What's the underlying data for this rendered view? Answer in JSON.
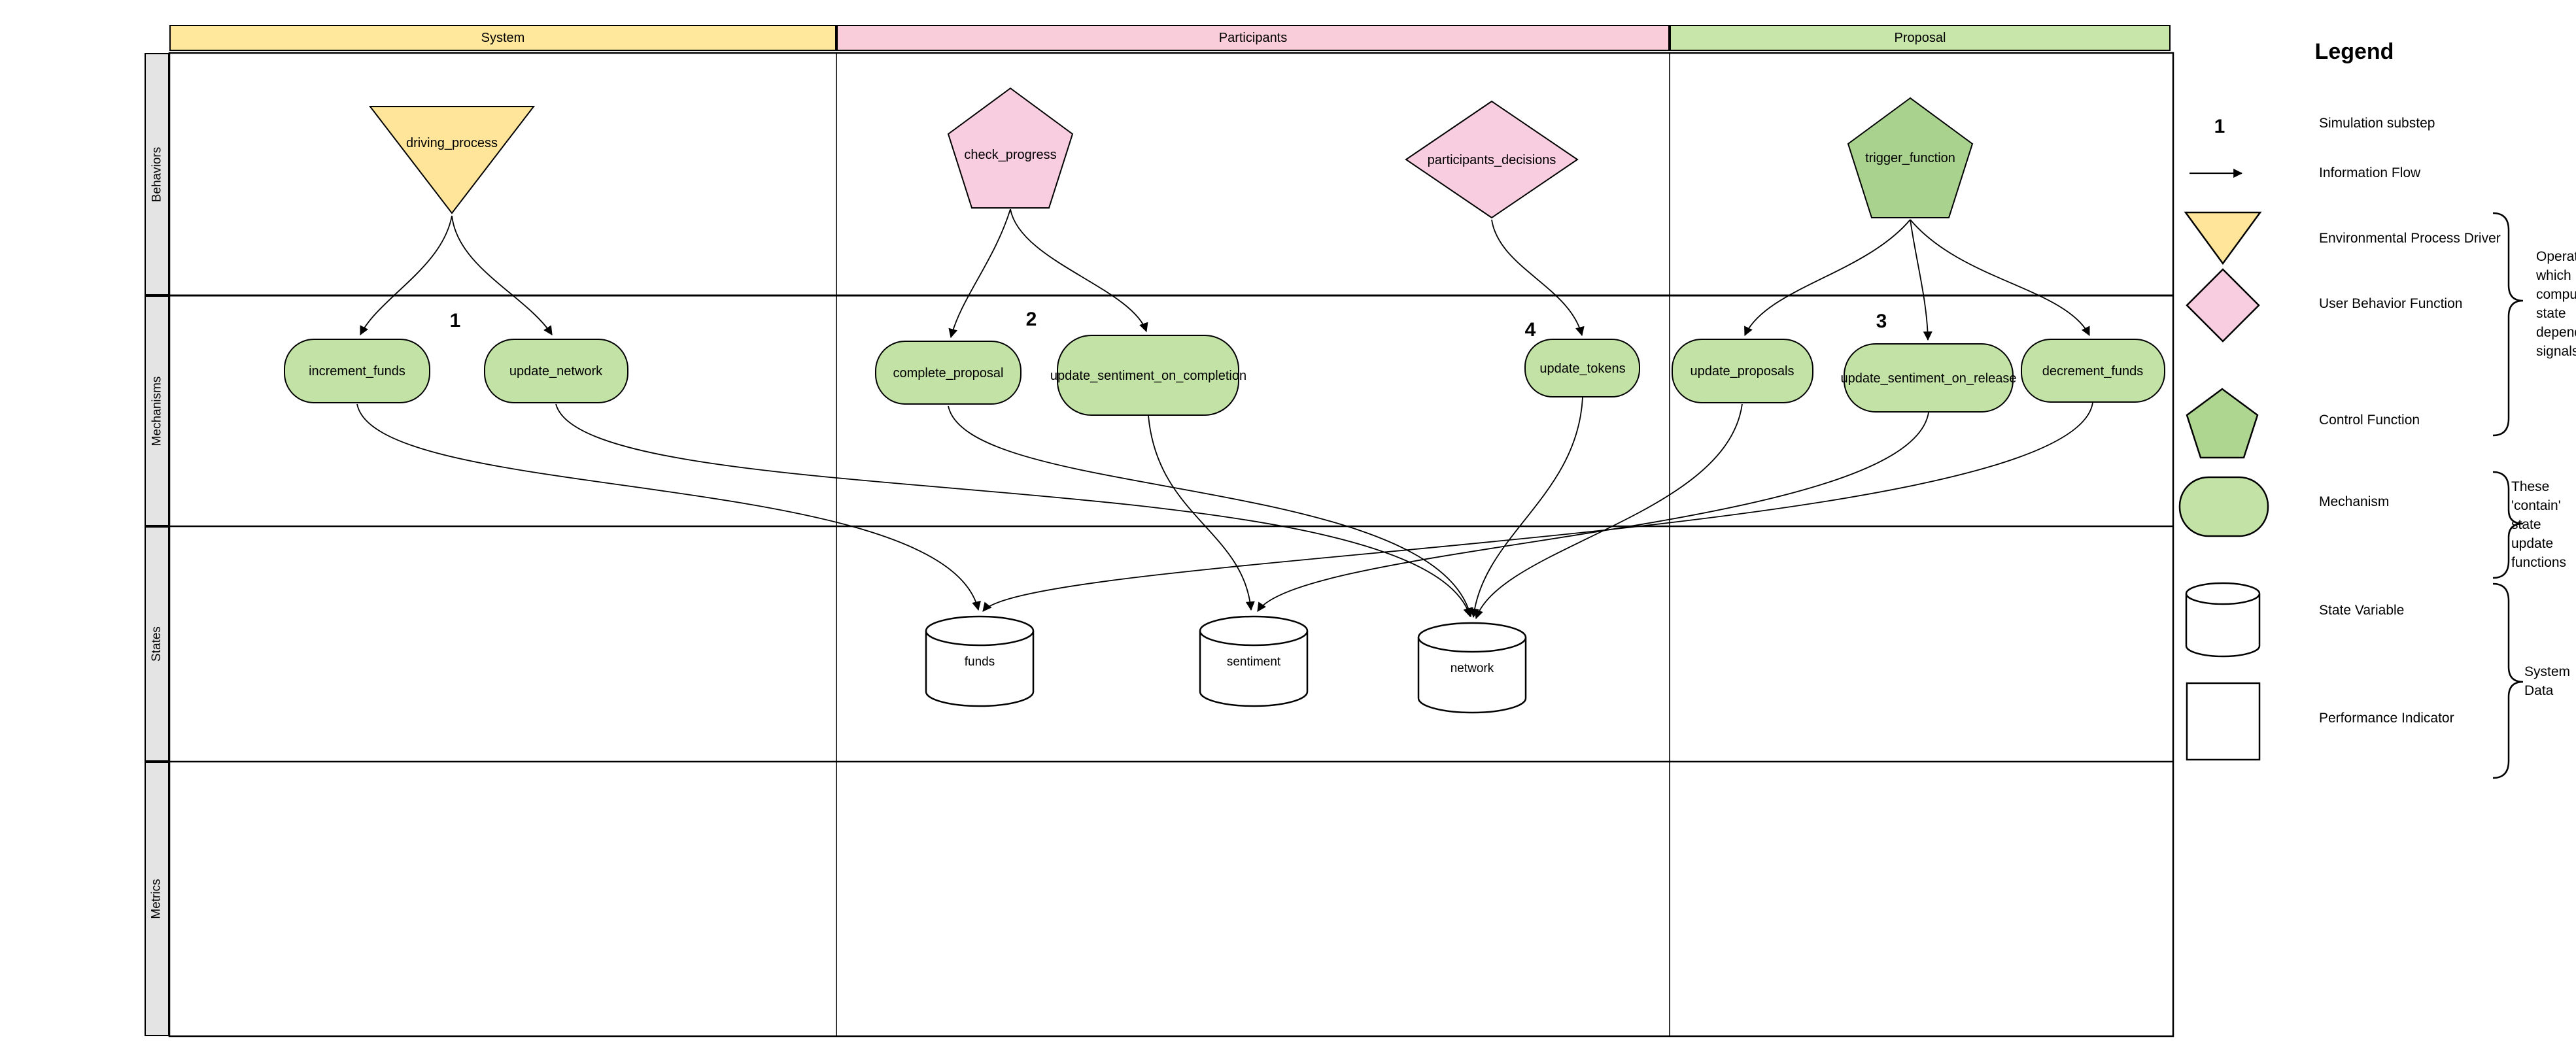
{
  "columns": [
    {
      "label": "System",
      "color": "#ffe79c"
    },
    {
      "label": "Participants",
      "color": "#f9cdd9"
    },
    {
      "label": "Proposal",
      "color": "#c8e6aa"
    }
  ],
  "lanes": [
    {
      "label": "Behaviors"
    },
    {
      "label": "Mechanisms"
    },
    {
      "label": "States"
    },
    {
      "label": "Metrics"
    }
  ],
  "nodes": {
    "behaviors": [
      {
        "id": "driving_process",
        "label": "driving_process",
        "shape": "triangle-down",
        "column": "System",
        "color": "#ffe599"
      },
      {
        "id": "check_progress",
        "label": "check_progress",
        "shape": "pentagon",
        "column": "Participants",
        "color": "#f9cde0"
      },
      {
        "id": "participants_decisions",
        "label": "participants_decisions",
        "shape": "diamond",
        "column": "Participants",
        "color": "#f9cde0"
      },
      {
        "id": "trigger_function",
        "label": "trigger_function",
        "shape": "pentagon",
        "column": "Proposal",
        "color": "#a9d28e"
      }
    ],
    "mechanisms": [
      {
        "id": "increment_funds",
        "label": "increment_funds",
        "color": "#c3e2a5"
      },
      {
        "id": "update_network",
        "label": "update_network",
        "color": "#c3e2a5"
      },
      {
        "id": "complete_proposal",
        "label": "complete_proposal",
        "color": "#c3e2a5"
      },
      {
        "id": "update_sentiment_on_completion",
        "label": "update_sentiment_on_completion",
        "color": "#c3e2a5"
      },
      {
        "id": "update_tokens",
        "label": "update_tokens",
        "color": "#c3e2a5"
      },
      {
        "id": "update_proposals",
        "label": "update_proposals",
        "color": "#c3e2a5"
      },
      {
        "id": "update_sentiment_on_release",
        "label": "update_sentiment_on_release",
        "color": "#c3e2a5"
      },
      {
        "id": "decrement_funds",
        "label": "decrement_funds",
        "color": "#c3e2a5"
      }
    ],
    "states": [
      {
        "id": "funds",
        "label": "funds"
      },
      {
        "id": "sentiment",
        "label": "sentiment"
      },
      {
        "id": "network",
        "label": "network"
      }
    ]
  },
  "substeps": [
    {
      "label": "1",
      "column": "System"
    },
    {
      "label": "2",
      "column": "Participants"
    },
    {
      "label": "4",
      "column": "Participants"
    },
    {
      "label": "3",
      "column": "Proposal"
    }
  ],
  "edges": [
    {
      "from": "driving_process",
      "to": "increment_funds"
    },
    {
      "from": "driving_process",
      "to": "update_network"
    },
    {
      "from": "check_progress",
      "to": "complete_proposal"
    },
    {
      "from": "check_progress",
      "to": "update_sentiment_on_completion"
    },
    {
      "from": "participants_decisions",
      "to": "update_tokens"
    },
    {
      "from": "trigger_function",
      "to": "update_proposals"
    },
    {
      "from": "trigger_function",
      "to": "update_sentiment_on_release"
    },
    {
      "from": "trigger_function",
      "to": "decrement_funds"
    },
    {
      "from": "increment_funds",
      "to": "funds"
    },
    {
      "from": "update_network",
      "to": "network"
    },
    {
      "from": "complete_proposal",
      "to": "network"
    },
    {
      "from": "update_sentiment_on_completion",
      "to": "sentiment"
    },
    {
      "from": "update_tokens",
      "to": "network"
    },
    {
      "from": "update_proposals",
      "to": "network"
    },
    {
      "from": "update_sentiment_on_release",
      "to": "sentiment"
    },
    {
      "from": "decrement_funds",
      "to": "funds"
    }
  ],
  "legend": {
    "title": "Legend",
    "items": [
      {
        "icon": "substep-number-icon",
        "symbol": "1",
        "label": "Simulation substep"
      },
      {
        "icon": "arrow-icon",
        "label": "Information Flow"
      },
      {
        "icon": "triangle-down-icon",
        "label": "Environmental Process Driver"
      },
      {
        "icon": "diamond-icon",
        "label": "User Behavior Function"
      },
      {
        "icon": "pentagon-icon",
        "label": "Control Function"
      },
      {
        "icon": "pill-icon",
        "label": "Mechanism"
      },
      {
        "icon": "cylinder-icon",
        "label": "State Variable"
      },
      {
        "icon": "square-icon",
        "label": "Performance Indicator"
      }
    ],
    "annotations": [
      "Operators which compute state dependent signals",
      "These 'contain' state update functions",
      "System Data"
    ]
  }
}
